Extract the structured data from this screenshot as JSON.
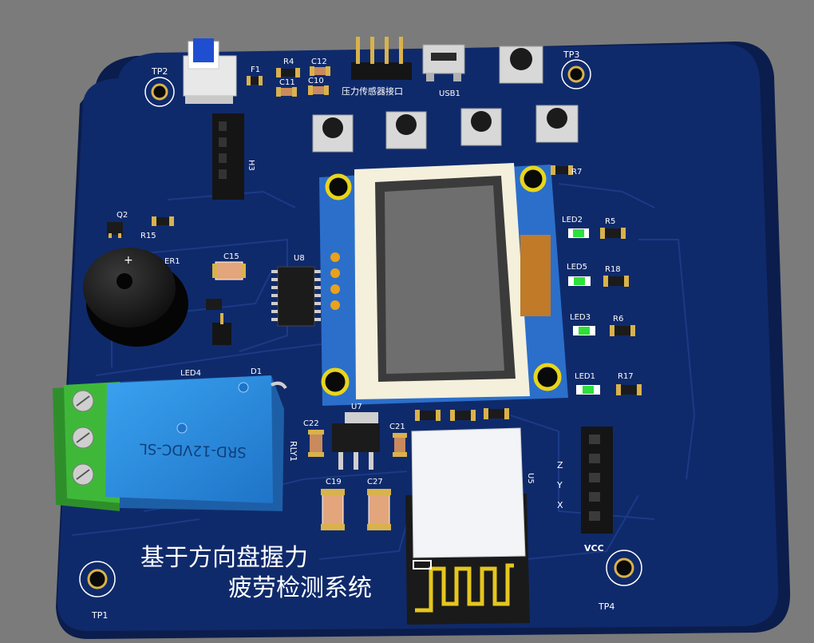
{
  "colors": {
    "background": "#7b7b7b",
    "board": "#0f2a6b",
    "trace": "#1c3a86",
    "silkscreen": "#ffffff",
    "pad_gold": "#d9b24c",
    "led_green": "#2fe03a",
    "relay_blue": "#2f8fe0",
    "terminal_green": "#3fb83a",
    "oled_frame": "#f4f0dc",
    "oled_screen": "#6e6e6e",
    "button_blue": "#1f4fd0"
  },
  "icons": [
    "mounting-hole-icon",
    "buzzer-icon",
    "antenna-icon",
    "screw-terminal-icon"
  ],
  "board": {
    "title_line1": "基于方向盘握力",
    "title_line2": "疲劳检测系统",
    "silk": {
      "tp1": "TP1",
      "tp2": "TP2",
      "tp3": "TP3",
      "tp4": "TP4",
      "f1": "F1",
      "r4": "R4",
      "c12": "C12",
      "c11": "C11",
      "c10": "C10",
      "header_label": "压力传感器接口",
      "usb": "USB1",
      "h3": "H3",
      "q2": "Q2",
      "r15": "R15",
      "er1": "ER1",
      "c15": "C15",
      "u8": "U8",
      "r7": "R7",
      "led2": "LED2",
      "r5": "R5",
      "led5": "LED5",
      "r18": "R18",
      "led3": "LED3",
      "r6": "R6",
      "led1": "LED1",
      "r17": "R17",
      "led4": "LED4",
      "d1": "D1",
      "relay_model": "SRD-12VDC-SL",
      "rly1": "RLY1",
      "c22": "C22",
      "u7": "U7",
      "c21": "C21",
      "c19": "C19",
      "c27": "C27",
      "u5": "U5",
      "axis_z": "Z",
      "axis_y": "Y",
      "axis_x": "X",
      "vcc": "VCC"
    }
  }
}
